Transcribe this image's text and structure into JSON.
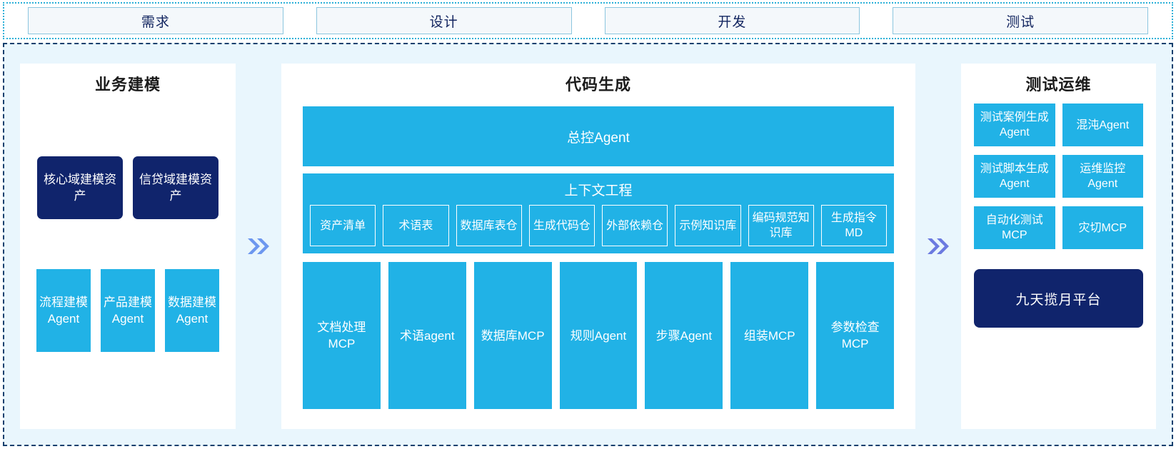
{
  "phases": [
    {
      "label": "需求"
    },
    {
      "label": "设计"
    },
    {
      "label": "开发"
    },
    {
      "label": "测试"
    }
  ],
  "colors": {
    "accent_blue": "#21b2e6",
    "navy": "#10246c",
    "panel_bg": "#e9f6fd",
    "chevron_left": "#6d97ef",
    "chevron_right": "#6b7ae0",
    "frame_border": "#16406e",
    "phase_border": "#8cc6df"
  },
  "connectors": [
    {
      "name": "connector-business-to-code",
      "glyph": "»",
      "color": "#6d97ef"
    },
    {
      "name": "connector-code-to-test",
      "glyph": "»",
      "color": "#6b7ae0"
    }
  ],
  "left_panel": {
    "title": "业务建模",
    "assets": [
      {
        "label": "核心域建模资产"
      },
      {
        "label": "信贷域建模资产"
      }
    ],
    "agents": [
      {
        "label": "流程建模Agent"
      },
      {
        "label": "产品建模Agent"
      },
      {
        "label": "数据建模Agent"
      }
    ]
  },
  "mid_panel": {
    "title": "代码生成",
    "master_agent": "总控Agent",
    "context": {
      "title": "上下文工程",
      "items": [
        {
          "label": "资产清单"
        },
        {
          "label": "术语表"
        },
        {
          "label": "数据库表仓"
        },
        {
          "label": "生成代码仓"
        },
        {
          "label": "外部依赖仓"
        },
        {
          "label": "示例知识库"
        },
        {
          "label": "编码规范知识库"
        },
        {
          "label": "生成指令MD"
        }
      ]
    },
    "tools": [
      {
        "label": "文档处理MCP"
      },
      {
        "label": "术语agent"
      },
      {
        "label": "数据库MCP"
      },
      {
        "label": "规则Agent"
      },
      {
        "label": "步骤Agent"
      },
      {
        "label": "组装MCP"
      },
      {
        "label": "参数检查MCP"
      }
    ]
  },
  "right_panel": {
    "title": "测试运维",
    "items": [
      {
        "label": "测试案例生成Agent"
      },
      {
        "label": "混沌Agent"
      },
      {
        "label": "测试脚本生成Agent"
      },
      {
        "label": "运维监控Agent"
      },
      {
        "label": "自动化测试MCP"
      },
      {
        "label": "灾切MCP"
      }
    ],
    "platform": "九天揽月平台"
  }
}
